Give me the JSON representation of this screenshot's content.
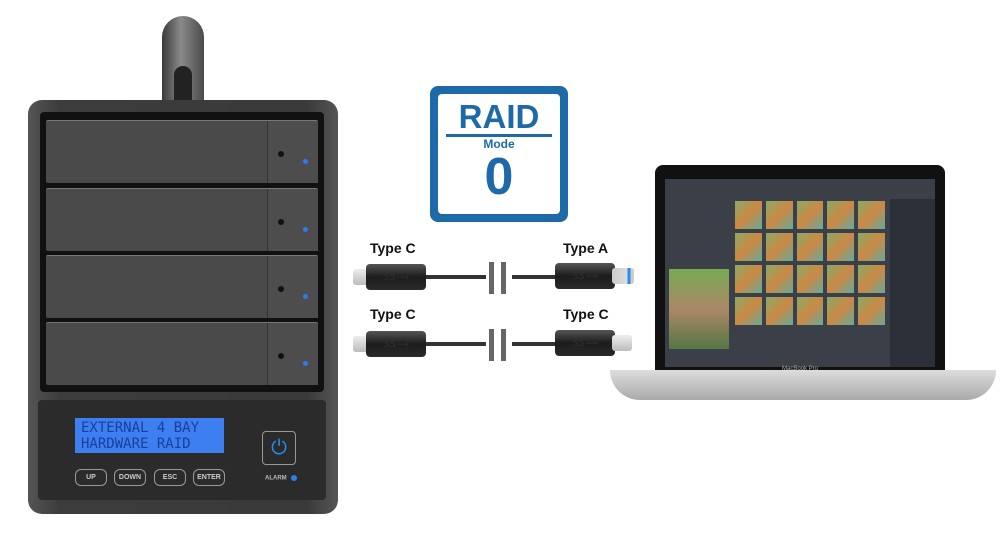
{
  "device": {
    "lcd_line1": "EXTERNAL 4 BAY",
    "lcd_line2": "HARDWARE RAID",
    "buttons": [
      "UP",
      "DOWN",
      "ESC",
      "ENTER"
    ],
    "alarm_label": "ALARM",
    "power_icon": "power-icon"
  },
  "raid": {
    "title": "RAID",
    "mode_label": "Mode",
    "mode_value": "0"
  },
  "cables": [
    {
      "left": "Type C",
      "right": "Type A"
    },
    {
      "left": "Type C",
      "right": "Type C"
    }
  ],
  "laptop": {
    "brand": "MacBook Pro"
  }
}
